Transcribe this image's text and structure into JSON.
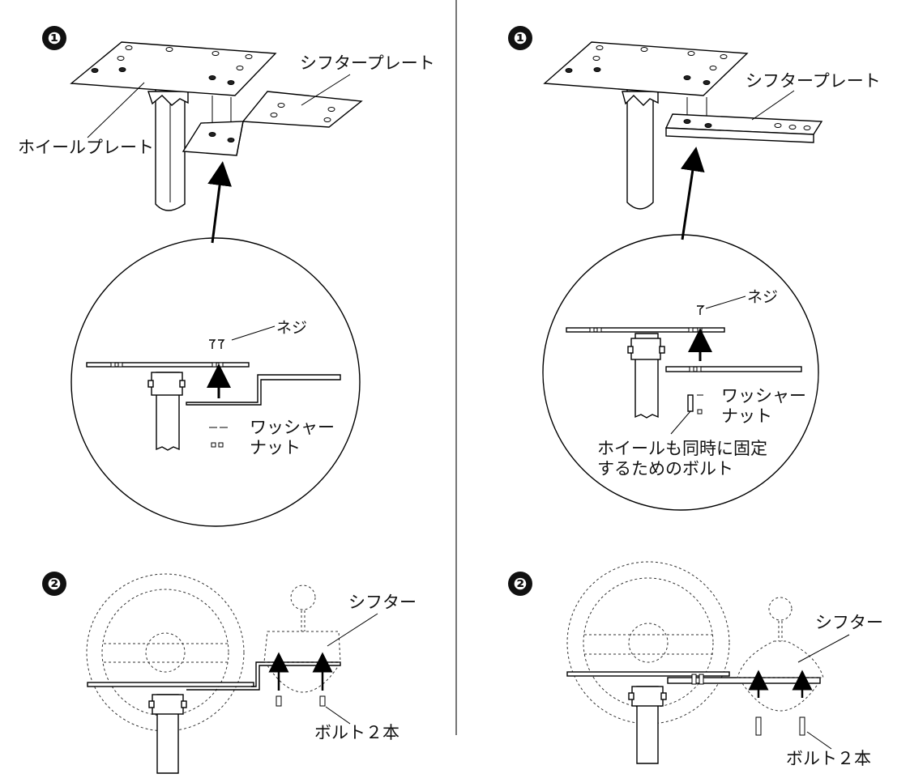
{
  "left_panel": {
    "step1": {
      "badge": "❶",
      "label_shifter_plate": "シフタープレート",
      "label_wheel_plate": "ホイールプレート",
      "label_screw": "ネジ",
      "label_washer": "ワッシャー",
      "label_nut": "ナット"
    },
    "step2": {
      "badge": "❷",
      "label_shifter": "シフター",
      "label_bolts": "ボルト２本"
    }
  },
  "right_panel": {
    "step1": {
      "badge": "❶",
      "label_shifter_plate": "シフタープレート",
      "label_screw": "ネジ",
      "label_washer": "ワッシャー",
      "label_nut": "ナット",
      "label_bolt_note_line1": "ホイールも同時に固定",
      "label_bolt_note_line2": "するためのボルト"
    },
    "step2": {
      "badge": "❷",
      "label_shifter": "シフター",
      "label_bolts": "ボルト２本"
    }
  },
  "colors": {
    "line": "#000000",
    "divider": "#777777",
    "background": "#ffffff"
  }
}
